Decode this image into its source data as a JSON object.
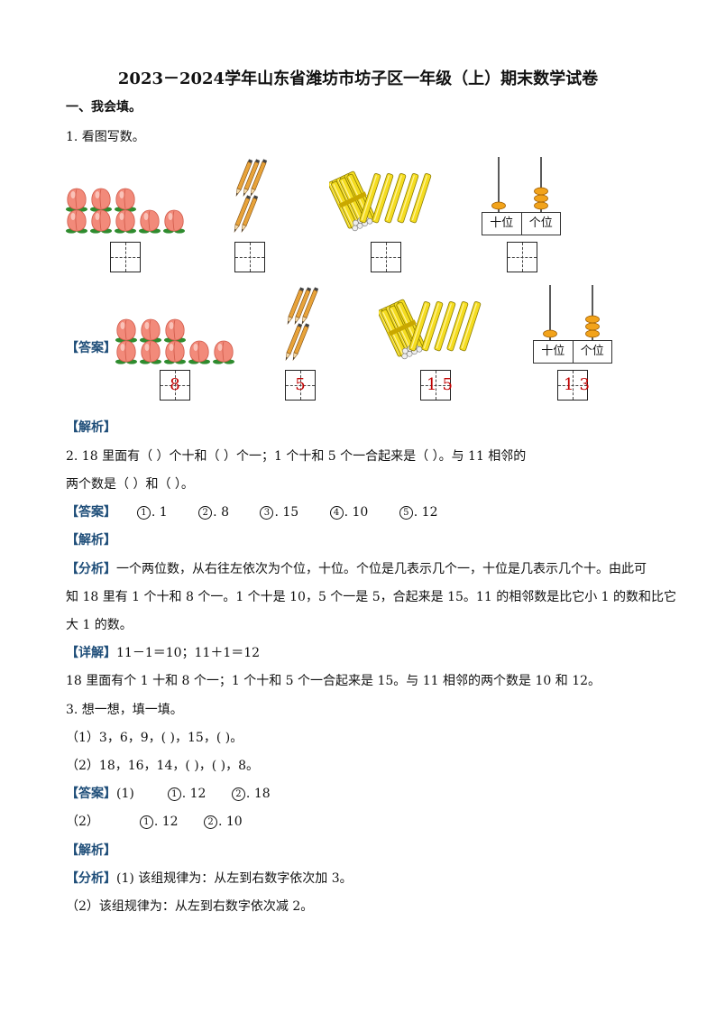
{
  "title": "2023－2024学年山东省潍坊市坊子区一年级（上）期末数学试卷",
  "section1": "一、我会填。",
  "q1": {
    "text": "1. 看图写数。",
    "answer_tag": "【答案】",
    "answers": [
      "8",
      "5",
      "15",
      "13"
    ],
    "abacus_labels": [
      "十位",
      "个位"
    ],
    "analysis_tag": "【解析】"
  },
  "q2": {
    "line1": "2. 18 里面有（            ）个十和（            ）个一；1 个十和 5 个一合起来是（            ）。与 11 相邻的",
    "line2": "两个数是（            ）和（            ）。",
    "answer_tag": "【答案】",
    "answers": [
      {
        "num": "1",
        "val": ". 1"
      },
      {
        "num": "2",
        "val": ". 8"
      },
      {
        "num": "3",
        "val": ". 15"
      },
      {
        "num": "4",
        "val": ". 10"
      },
      {
        "num": "5",
        "val": ". 12"
      }
    ],
    "analysis_tag": "【解析】",
    "fenxi_tag": "【分析】",
    "fenxi1": "一个两位数，从右往左依次为个位，十位。个位是几表示几个一，十位是几表示几个十。由此可",
    "fenxi2": "知 18 里有 1 个十和 8 个一。1 个十是 10，5 个一是 5，合起来是 15。11 的相邻数是比它小 1 的数和比它",
    "fenxi3": "大 1 的数。",
    "xiangjie_tag": "【详解】",
    "xiangjie": "11－1＝10；11＋1＝12",
    "conclusion": "18 里面有个 1 十和 8 个一；1 个十和 5 个一合起来是 15。与 11 相邻的两个数是 10 和 12。"
  },
  "q3": {
    "text": "3. 想一想，填一填。",
    "sub1": "（1）3，6，9，(            )，15，(            )。",
    "sub2": "（2）18，16，14，(            )，(            )，8。",
    "answer_tag": "【答案】",
    "ans1_label": "(1)",
    "ans1": [
      {
        "num": "1",
        "val": ". 12"
      },
      {
        "num": "2",
        "val": ". 18"
      }
    ],
    "ans2_label": "（2）",
    "ans2": [
      {
        "num": "1",
        "val": ". 12"
      },
      {
        "num": "2",
        "val": ". 10"
      }
    ],
    "analysis_tag": "【解析】",
    "fenxi_tag": "【分析】",
    "fenxi1": "(1) 该组规律为：从左到右数字依次加 3。",
    "fenxi2": "（2）该组规律为：从左到右数字依次减 2。"
  }
}
